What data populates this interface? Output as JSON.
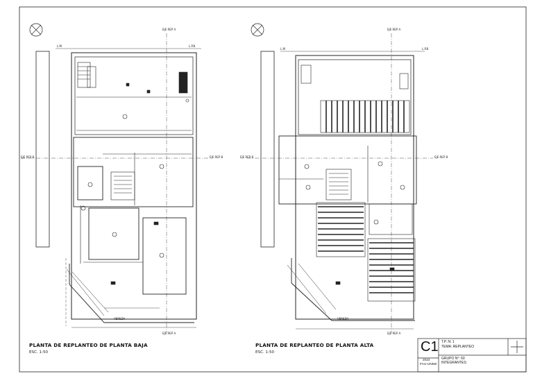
{
  "sheet": {
    "code": "C1",
    "year": "2023",
    "institution": "FAU-UNNE",
    "tp": "T.P. N: 1",
    "theme": "TEMA: REPLANTEO",
    "group": "GRUPO N°: 60",
    "integrants_label": "INTEGRANTES:"
  },
  "plans": [
    {
      "title": "PLANTA DE REPLANTEO DE PLANTA BAJA",
      "scale": "ESC. 1:50",
      "top_axis": "EJE REP A",
      "side_axis_left": "EJE REP B",
      "side_axis_right": "EJE REP B",
      "line_lm": "L.M",
      "line_lp": "L.P.B",
      "street": "VEREDA",
      "bottom_axis": "EJE REP A"
    },
    {
      "title": "PLANTA DE REPLANTEO DE PLANTA ALTA",
      "scale": "ESC. 1:50",
      "top_axis": "EJE REP A",
      "side_axis_left": "EJE REP B",
      "side_axis_right": "EJE REP B",
      "line_lm": "L.M",
      "line_lp": "L.P.B",
      "street": "VEREDA",
      "bottom_axis": "EJE REP A"
    }
  ]
}
